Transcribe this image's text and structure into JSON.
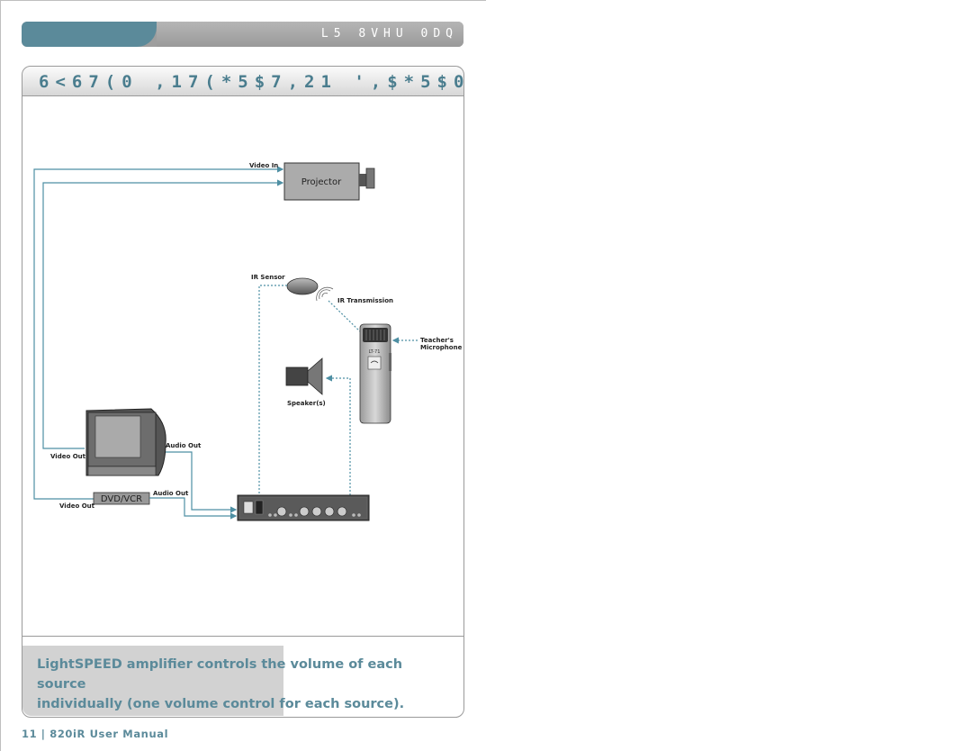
{
  "header": {
    "running_title": "L5 8VHU 0DQ"
  },
  "section": {
    "title": "6<67(0 ,17(*5$7,21 ',$*5$0"
  },
  "diagram": {
    "projector_label": "Projector",
    "video_in_label": "Video In",
    "ir_sensor_label": "IR Sensor",
    "ir_transmission_label": "IR Transmission",
    "teachers_microphone_label_line1": "Teacher's",
    "teachers_microphone_label_line2": "Microphone",
    "microphone_model": "LT-71",
    "speakers_label": "Speaker(s)",
    "tv_audio_out_label": "Audio Out",
    "tv_video_out_label": "Video Out",
    "dvd_label": "DVD/VCR",
    "dvd_audio_out_label": "Audio Out",
    "dvd_video_out_label": "Video Out",
    "line_color": "#4e8fa3"
  },
  "caption": {
    "line1": "LightSPEED amplifier controls the volume of each source",
    "line2": "individually (one volume control for each source)."
  },
  "footer": {
    "text": "11 | 820iR User Manual"
  }
}
